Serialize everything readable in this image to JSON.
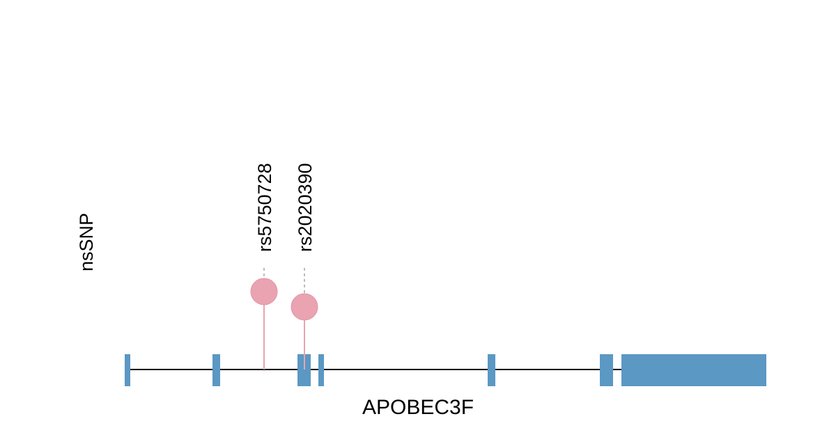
{
  "chart_data": {
    "type": "lollipop",
    "ylabel": "nsSNP",
    "gene_label": "APOBEC3F",
    "xlim": [
      0,
      921
    ],
    "exons": [
      {
        "start": 0,
        "end": 8
      },
      {
        "start": 126,
        "end": 137
      },
      {
        "start": 248,
        "end": 267
      },
      {
        "start": 278,
        "end": 286
      },
      {
        "start": 521,
        "end": 532
      },
      {
        "start": 682,
        "end": 701
      },
      {
        "start": 713,
        "end": 921
      }
    ],
    "snps": [
      {
        "id": "rs5750728",
        "position": 200,
        "level": 2
      },
      {
        "id": "rs2020390",
        "position": 258,
        "level": 1
      }
    ],
    "colors": {
      "exon": "#5b98c4",
      "snp": "#e9a3b1",
      "snp_border": "#e595a8",
      "backbone": "#000000",
      "guide": "#bbbbbb"
    }
  }
}
